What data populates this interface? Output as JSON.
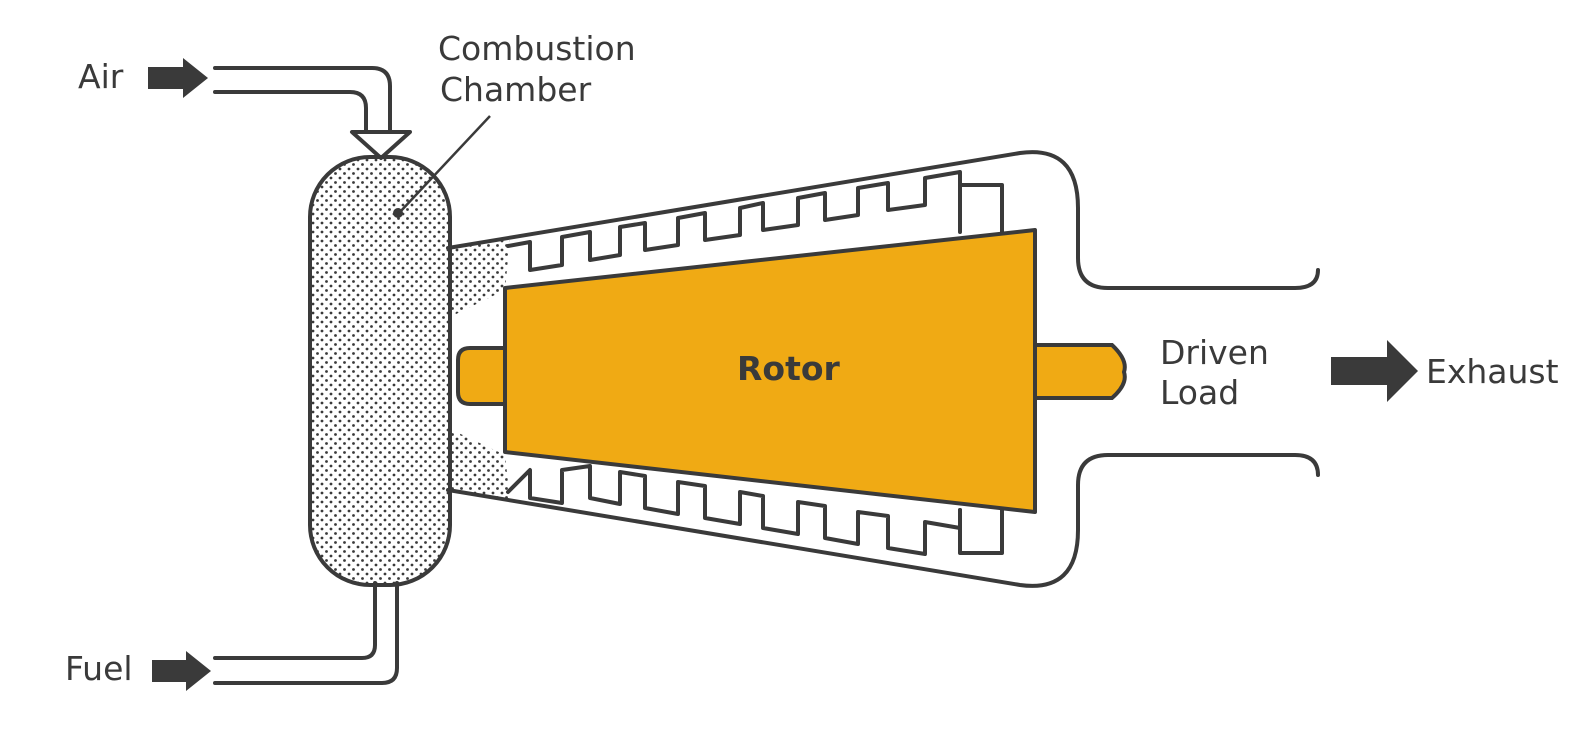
{
  "labels": {
    "air": "Air",
    "fuel": "Fuel",
    "combustion_line1": "Combustion",
    "combustion_line2": "Chamber",
    "rotor": "Rotor",
    "driven_line1": "Driven",
    "driven_line2": "Load",
    "exhaust": "Exhaust"
  },
  "colors": {
    "rotor": "#F0AA14",
    "outline": "#3a3a3a",
    "arrow": "#3a3a3a",
    "stipple": "#3a3a3a"
  }
}
